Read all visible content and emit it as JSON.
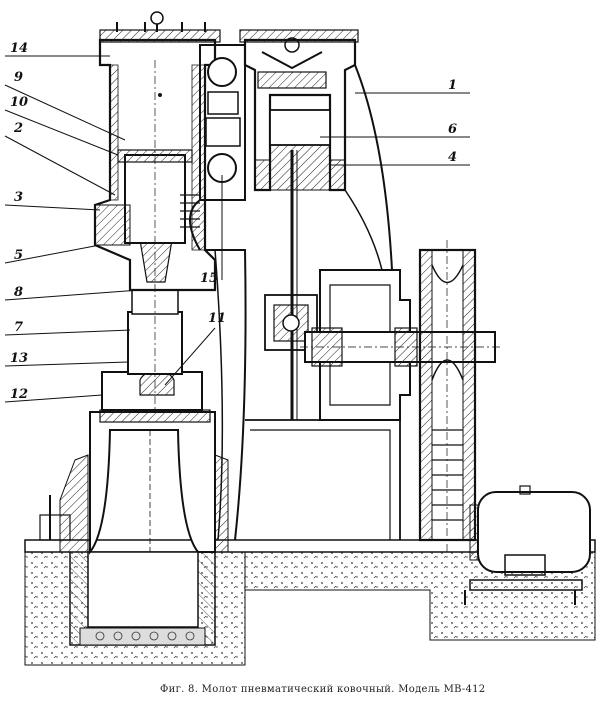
{
  "caption": "Фиг. 8. Молот пневматический ковочный. Модель МВ-412",
  "callouts": {
    "left": [
      "14",
      "9",
      "10",
      "2",
      "3",
      "5",
      "8",
      "7",
      "13",
      "12"
    ],
    "right": [
      "1",
      "6",
      "4"
    ],
    "bottom": [
      "15",
      "11"
    ]
  },
  "colors": {
    "ink": "#111111",
    "paper": "#ffffff"
  }
}
